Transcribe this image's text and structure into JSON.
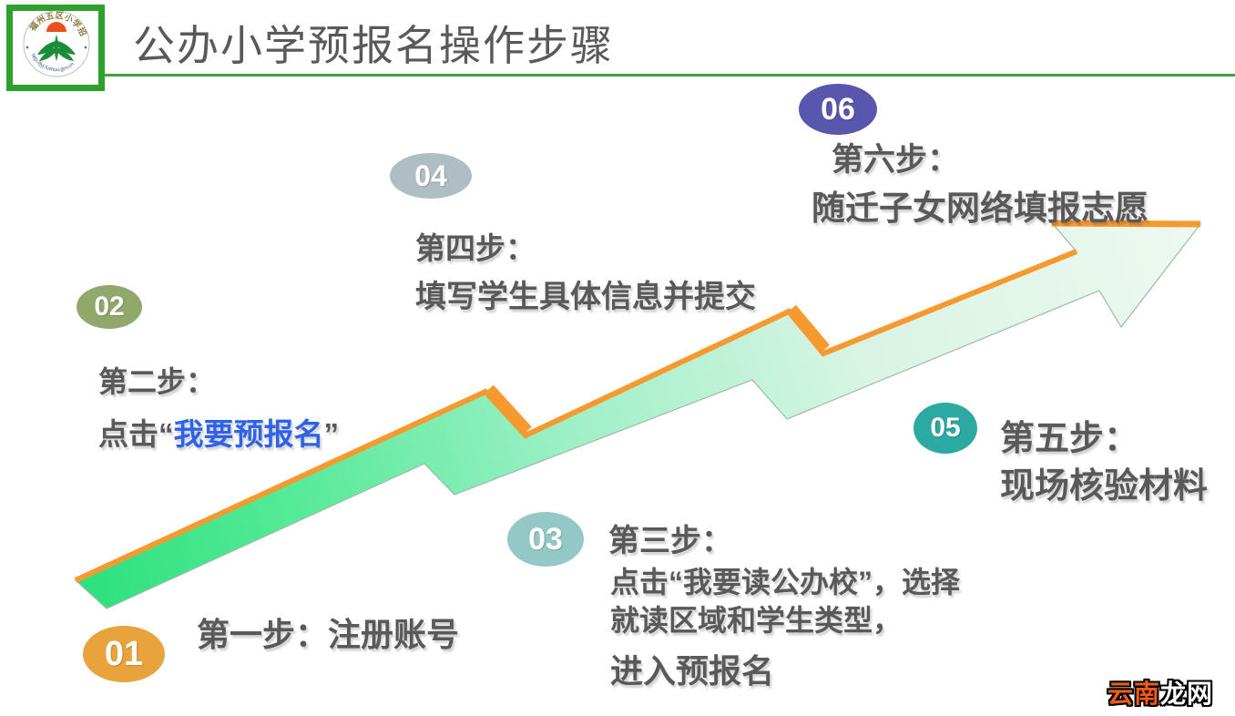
{
  "header": {
    "title": "公办小学预报名操作步骤",
    "logo": {
      "arc_top_text": "福州五区小学招生",
      "arc_bottom_text": "http://jyj.fuzhou.gov.cn"
    }
  },
  "steps": {
    "s1": {
      "num": "01",
      "line1": "第一步：注册账号"
    },
    "s2": {
      "num": "02",
      "line1": "第二步：",
      "line2_prefix": "点击“",
      "line2_highlight": "我要预报名",
      "line2_suffix": "”"
    },
    "s3": {
      "num": "03",
      "line1": "第三步：",
      "line2": "点击“我要读公办校”，选择",
      "line3": "就读区域和学生类型，",
      "line4": "进入预报名"
    },
    "s4": {
      "num": "04",
      "line1": "第四步：",
      "line2": "填写学生具体信息并提交"
    },
    "s5": {
      "num": "05",
      "line1": "第五步：",
      "line2": "现场核验材料"
    },
    "s6": {
      "num": "06",
      "line1": "第六步：",
      "line2": "随迁子女网络填报志愿"
    }
  },
  "watermark": {
    "left": "云南",
    "right": "龙网"
  },
  "colors": {
    "step_text": "#595959",
    "highlight_blue": "#2E62E8",
    "arrow_edge_orange": "#F6992F",
    "arrow_green_start": "#2CE07D",
    "arrow_green_end": "#EDF8F0",
    "badge_01": "#E8A33C",
    "badge_02": "#92A86B",
    "badge_03": "#94C8C6",
    "badge_04": "#AEBEC3",
    "badge_05": "#2CA9A3",
    "badge_06": "#5956AE",
    "header_line_green": "#3FA43F",
    "logo_frame_green": "#2FA02F",
    "watermark_orange": "#EF5A16"
  }
}
